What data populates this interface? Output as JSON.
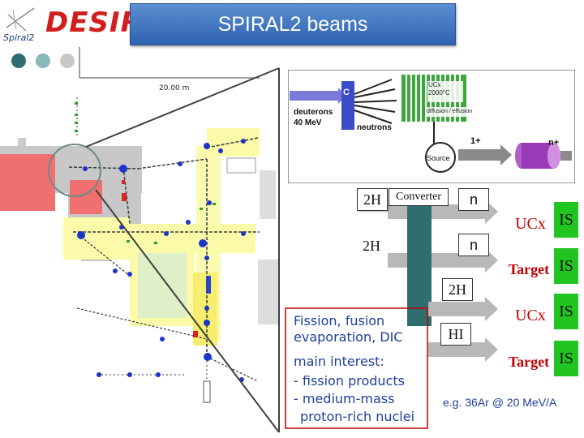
{
  "header": {
    "title": "SPIRAL2 beams",
    "logo_text": "DESIR",
    "logo_sub": "Spiral2"
  },
  "plan": {
    "scale_label": "20.00 m"
  },
  "inset": {
    "target_label": "UCx\n2000°C",
    "diffusion_label": "diffusion / effusion",
    "converter_letter": "C",
    "deuterons": "deuterons",
    "energy": "40 MeV",
    "neutrons": "neutrons",
    "source": "Source",
    "charge_1": "1+",
    "charge_n": "n+"
  },
  "scheme": {
    "h1": "2H",
    "converter": "Converter",
    "n1": "n",
    "ucx1": "UCx",
    "is1": "IS",
    "h2": "2H",
    "n2": "n",
    "target1": "Target",
    "is2": "IS",
    "h3": "2H",
    "ucx2": "UCx",
    "is3": "IS",
    "hi": "HI",
    "target2": "Target",
    "is4": "IS"
  },
  "notes": {
    "fission": "Fission, fusion\nevaporation, DIC",
    "interest_title": "main interest:",
    "item1": "- fission products",
    "item2": "- medium-mass",
    "item3": "proton-rich nuclei"
  },
  "example": "e.g. 36Ar @ 20 MeV/A",
  "colors": {
    "title_bg": "#3d75c4",
    "green_label": "#22c422",
    "red_text": "#c00000",
    "converter_block": "#2f6e6e",
    "arrow_gray": "#b8b8b8"
  }
}
